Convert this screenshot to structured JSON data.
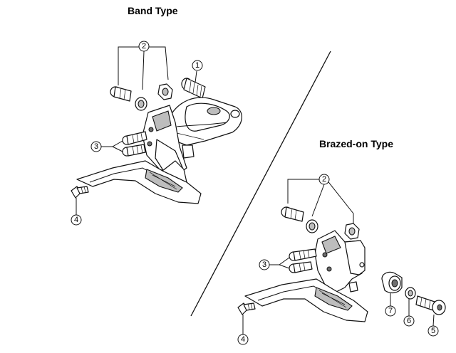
{
  "diagram": {
    "band_title": "Band Type",
    "brazed_title": "Brazed-on Type",
    "band_callouts": [
      "1",
      "2",
      "3",
      "4"
    ],
    "brazed_callouts": [
      "2",
      "3",
      "4",
      "5",
      "6",
      "7"
    ]
  }
}
